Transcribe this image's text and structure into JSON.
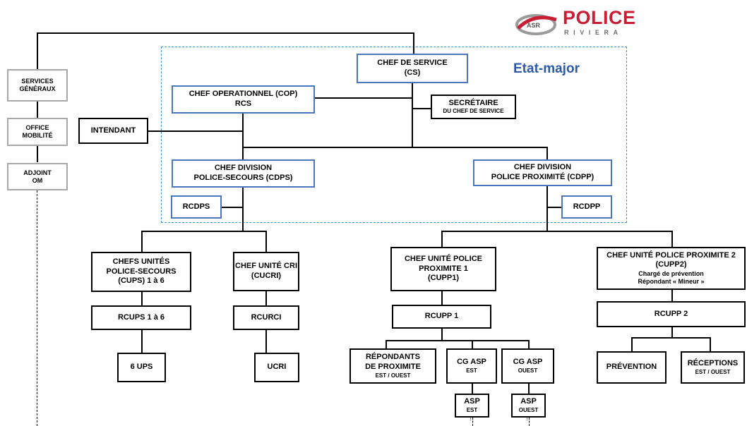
{
  "logo": {
    "badge": "ASR",
    "word": "POLICE",
    "sub": "RIVIERA"
  },
  "etat_major_label": "Etat-major",
  "side": {
    "services_generaux": "SERVICES GÉNÉRAUX",
    "office_mobilite": "OFFICE MOBILITÉ",
    "adjoint_om": "ADJOINT OM"
  },
  "cs": {
    "line1": "CHEF DE SERVICE",
    "line2": "(CS)"
  },
  "cop": {
    "line1": "CHEF OPERATIONNEL (COP)",
    "line2": "RCS"
  },
  "secretaire": {
    "line1": "SECRÉTAIRE",
    "line2": "DU CHEF DE SERVICE"
  },
  "intendant": "INTENDANT",
  "cdps": {
    "line1": "CHEF DIVISION",
    "line2": "POLICE-SECOURS (CDPS)"
  },
  "cdpp": {
    "line1": "CHEF DIVISION",
    "line2": "POLICE PROXIMITÉ (CDPP)"
  },
  "rcdps": "RCDPS",
  "rcdpp": "RCDPP",
  "cups": {
    "line1": "CHEFS UNITÉS",
    "line2": "POLICE-SECOURS",
    "line3": "(CUPS) 1 à 6"
  },
  "cucri": {
    "line1": "CHEF UNITÉ CRI",
    "line2": "(CUCRI)"
  },
  "cupp1": {
    "line1": "CHEF UNITÉ POLICE PROXIMITE 1",
    "line2": "(CUPP1)"
  },
  "cupp2": {
    "line1": "CHEF UNITÉ POLICE PROXIMITE 2",
    "line2": "(CUPP2)",
    "line3": "Chargé de prévention",
    "line4": "Répondant « Mineur »"
  },
  "rcups": "RCUPS 1 à 6",
  "rcurci": "RCURCI",
  "rcupp1": "RCUPP 1",
  "rcupp2": "RCUPP 2",
  "ups": "6 UPS",
  "ucri": "UCRI",
  "repondants": {
    "line1": "RÉPONDANTS",
    "line2": "DE PROXIMITE",
    "line3": "EST / OUEST"
  },
  "cgasp_est": {
    "line1": "CG ASP",
    "line2": "EST"
  },
  "cgasp_ouest": {
    "line1": "CG ASP",
    "line2": "OUEST"
  },
  "asp_est": {
    "line1": "ASP",
    "line2": "EST"
  },
  "asp_ouest": {
    "line1": "ASP",
    "line2": "OUEST"
  },
  "prevention": "PRÉVENTION",
  "receptions": {
    "line1": "RÉCEPTIONS",
    "line2": "EST / OUEST"
  },
  "colors": {
    "blue_border": "#4a76c0",
    "frame": "#3b8fd3",
    "label": "#2e5aa6",
    "logo_red": "#c81e34",
    "grey_border": "#a8a8a8"
  }
}
